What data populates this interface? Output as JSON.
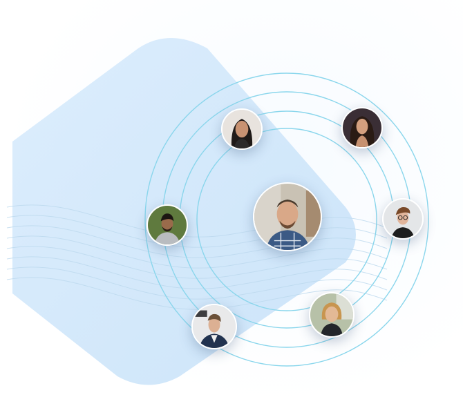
{
  "illustration": {
    "accent_color": "#cfe6fb",
    "orbit_color": "#7fd3ec",
    "center_avatar": {
      "icon": "man-with-beard-avatar"
    },
    "orbit_avatars": [
      {
        "icon": "woman-dark-hair-avatar"
      },
      {
        "icon": "woman-long-wavy-hair-avatar"
      },
      {
        "icon": "young-man-glasses-avatar"
      },
      {
        "icon": "woman-blonde-avatar"
      },
      {
        "icon": "man-in-suit-avatar"
      },
      {
        "icon": "man-with-beard-grey-shirt-avatar"
      }
    ]
  }
}
